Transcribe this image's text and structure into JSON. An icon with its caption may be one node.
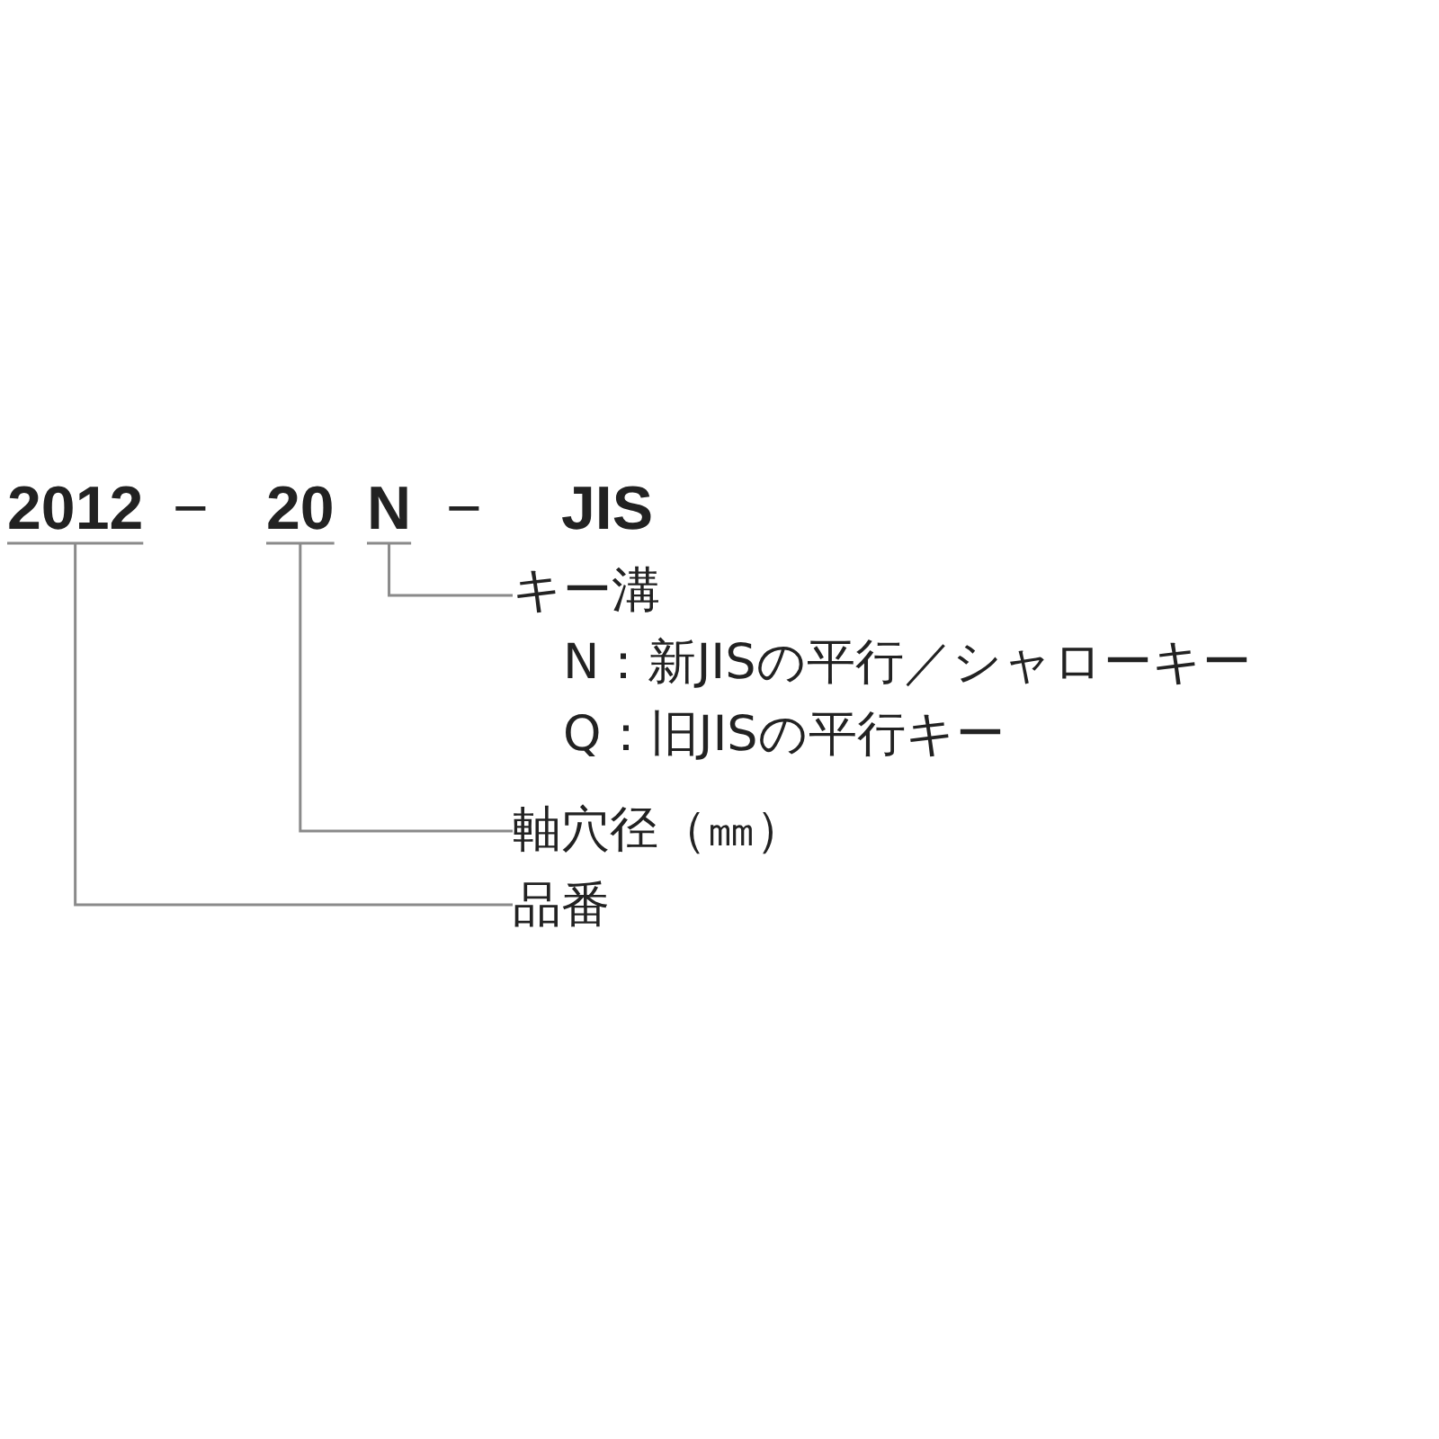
{
  "diagram": {
    "nodes": [
      {
        "text": [
          "2012"
        ]
      },
      {
        "text": [
          "20"
        ]
      },
      {
        "text": [
          "N"
        ]
      },
      {
        "text": [
          "キー溝",
          "N：新JISの平行／シャローキー",
          "Q：旧JISの平行キー"
        ]
      },
      {
        "text": [
          "軸穴径（㎜）"
        ]
      },
      {
        "text": [
          "品番"
        ]
      }
    ],
    "edges": [
      {
        "from": 2,
        "to": 3,
        "arrow": "none"
      },
      {
        "from": 1,
        "to": 4,
        "arrow": "none"
      },
      {
        "from": 0,
        "to": 5,
        "arrow": "none"
      }
    ],
    "labels": [
      "−",
      "−",
      "JIS"
    ]
  }
}
